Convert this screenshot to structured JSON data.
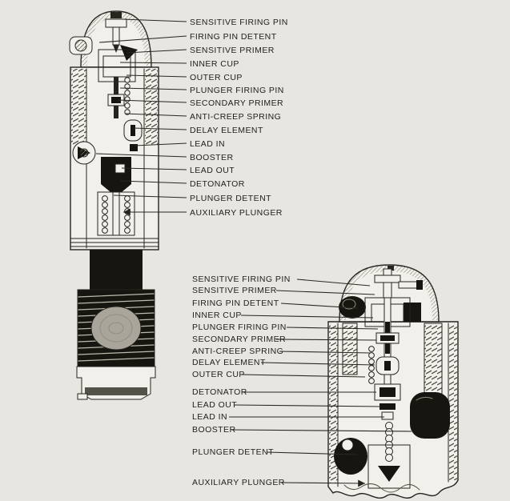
{
  "figure": {
    "colors": {
      "ink": "#26241f",
      "paper": "#f2f0ea",
      "background": "#e8e6e1",
      "black_fill": "#17150f"
    }
  },
  "diagrams": {
    "left": {
      "labels": [
        "SENSITIVE FIRING PIN",
        "FIRING PIN DETENT",
        "SENSITIVE PRIMER",
        "INNER CUP",
        "OUTER CUP",
        "PLUNGER FIRING PIN",
        "SECONDARY PRIMER",
        "ANTI-CREEP SPRING",
        "DELAY ELEMENT",
        "LEAD IN",
        "BOOSTER",
        "LEAD OUT",
        "DETONATOR",
        "PLUNGER DETENT",
        "AUXILIARY PLUNGER"
      ]
    },
    "right": {
      "labels": [
        "SENSITIVE FIRING PIN",
        "SENSITIVE PRIMER",
        "FIRING PIN DETENT",
        "INNER CUP",
        "PLUNGER FIRING PIN",
        "SECONDARY PRIMER",
        "ANTI-CREEP SPRING",
        "DELAY ELEMENT",
        "OUTER CUP",
        "DETONATOR",
        "LEAD OUT",
        "LEAD IN",
        "BOOSTER",
        "PLUNGER DETENT",
        "AUXILIARY PLUNGER"
      ]
    }
  }
}
